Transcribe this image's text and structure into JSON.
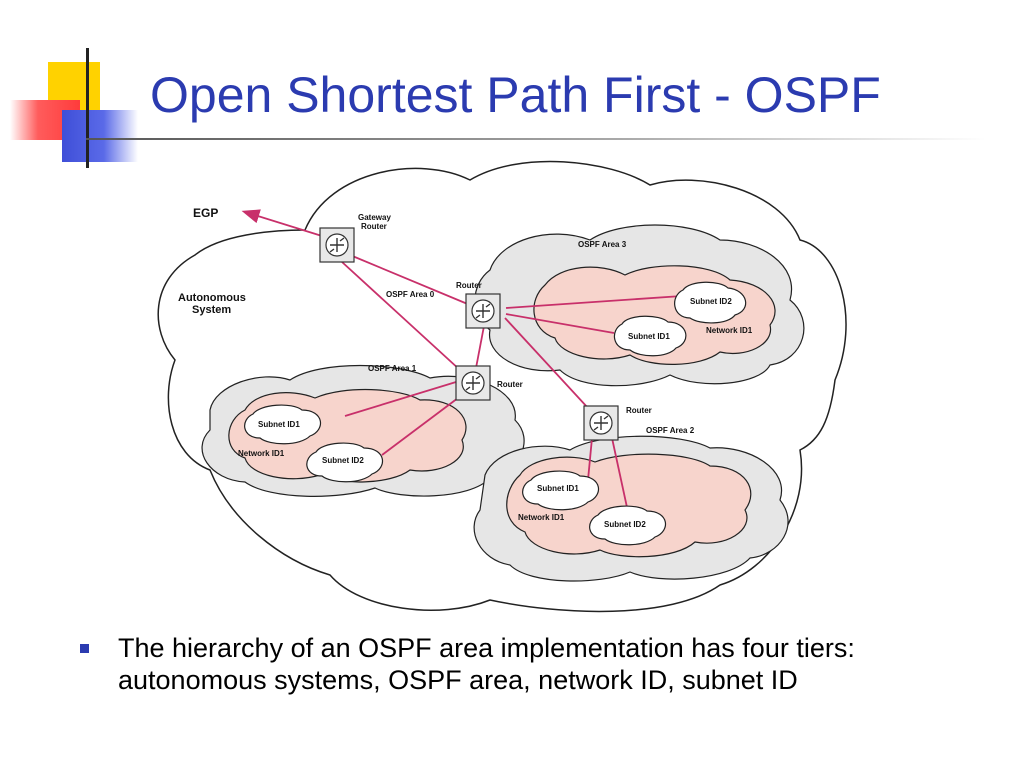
{
  "slide": {
    "title": "Open Shortest Path First - OSPF",
    "bullet": "The hierarchy of an OSPF area implementation has four tiers: autonomous systems, OSPF area, network ID, subnet ID"
  },
  "diagram": {
    "egp_label": "EGP",
    "gateway_label_1": "Gateway",
    "gateway_label_2": "Router",
    "router_label": "Router",
    "autonomous_label_1": "Autonomous",
    "autonomous_label_2": "System",
    "area0_label": "OSPF Area 0",
    "area1": {
      "label": "OSPF Area 1",
      "subnet1": "Subnet ID1",
      "subnet2": "Subnet ID2",
      "network": "Network ID1"
    },
    "area2": {
      "label": "OSPF Area 2",
      "subnet1": "Subnet ID1",
      "subnet2": "Subnet ID2",
      "network": "Network ID1"
    },
    "area3": {
      "label": "OSPF Area 3",
      "subnet1": "Subnet ID1",
      "subnet2": "Subnet ID2",
      "network": "Network ID1"
    }
  },
  "colors": {
    "title": "#2b3bb0",
    "link": "#c8306a",
    "cloud_fill": "#f7d4cc",
    "area_fill": "#e6e6e6"
  }
}
